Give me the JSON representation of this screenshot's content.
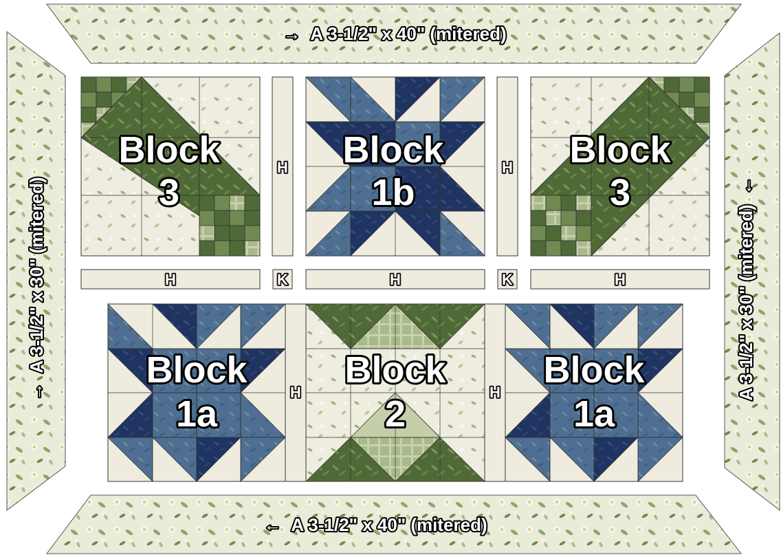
{
  "borders": {
    "top": {
      "arrow": "→",
      "text": "A  3-1/2\" x 40\" (mitered)"
    },
    "bottom": {
      "arrow": "←",
      "text": "A  3-1/2\" x 40\" (mitered)"
    },
    "left": {
      "arrow": "→",
      "text": "A  3-1/2\" x 30\" (mitered)"
    },
    "right": {
      "arrow": "←",
      "text": "A  3-1/2\" x 30\" (mitered)"
    }
  },
  "blocks": {
    "top_left": {
      "line1": "Block",
      "line2": "3"
    },
    "top_center": {
      "line1": "Block",
      "line2": "1b"
    },
    "top_right": {
      "line1": "Block",
      "line2": "3"
    },
    "bottom_left": {
      "line1": "Block",
      "line2": "1a"
    },
    "bottom_center": {
      "line1": "Block",
      "line2": "2"
    },
    "bottom_right": {
      "line1": "Block",
      "line2": "1a"
    }
  },
  "sashing": {
    "vertical_label": "H",
    "horizontal_label": "H",
    "cornerstone_label": "K"
  },
  "colors": {
    "cream": "#efecdf",
    "floral_light": "#e6ead6",
    "green_dark": "#4f6a36",
    "green_mid": "#718a52",
    "green_plaid": "#a9b98b",
    "blue_navy": "#1f3460",
    "blue_mid": "#4e6f91",
    "border_fabric": "#e8ead8"
  }
}
